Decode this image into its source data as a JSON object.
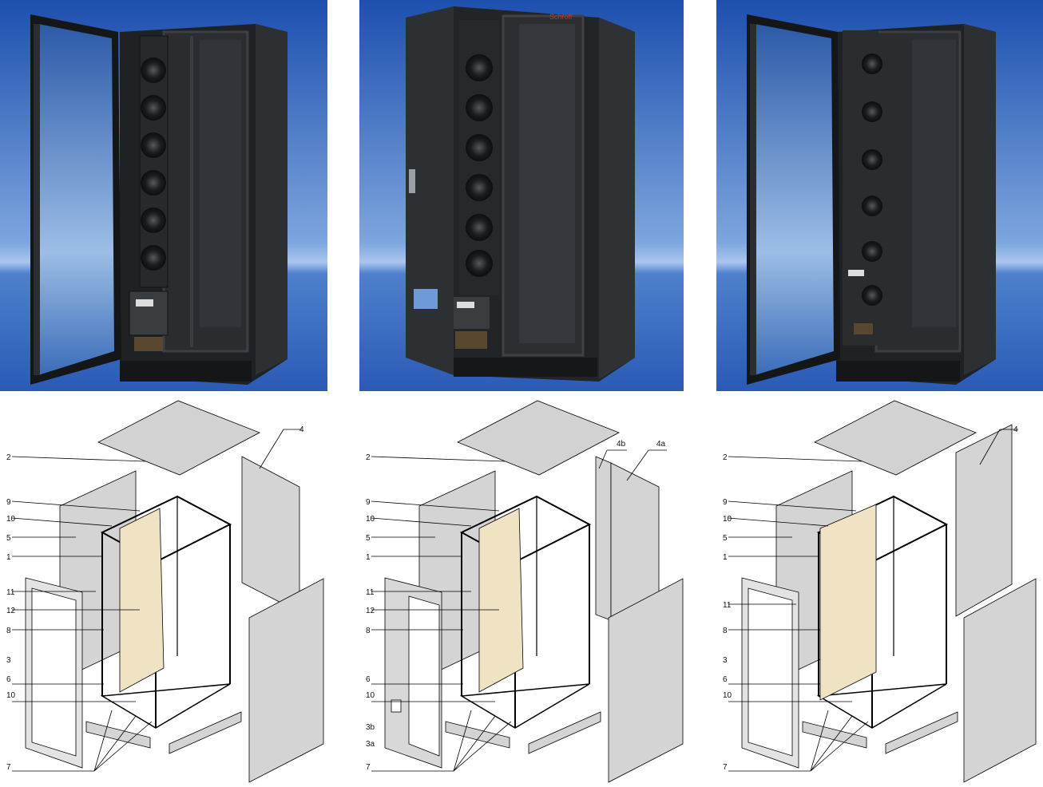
{
  "colors": {
    "photo_bg_dark": "#1d4fae",
    "photo_bg_light": "#8fb5e6",
    "cabinet": "#232628",
    "glass": "#5e86bf",
    "panel": "#d2d2d2",
    "frame_highlight": "#efe3c4",
    "lines": "#000000"
  },
  "photos": [
    {
      "brand": ""
    },
    {
      "brand": "Schroff"
    },
    {
      "brand": ""
    }
  ],
  "diagrams": [
    {
      "labels": [
        "2",
        "9",
        "10",
        "5",
        "1",
        "11",
        "12",
        "8",
        "3",
        "6",
        "10",
        "7",
        "4"
      ]
    },
    {
      "labels": [
        "2",
        "9",
        "10",
        "5",
        "1",
        "11",
        "12",
        "8",
        "6",
        "10",
        "3b",
        "3a",
        "7",
        "4b",
        "4a"
      ]
    },
    {
      "labels": [
        "2",
        "9",
        "10",
        "5",
        "1",
        "11",
        "8",
        "3",
        "6",
        "10",
        "7",
        "4"
      ]
    }
  ]
}
